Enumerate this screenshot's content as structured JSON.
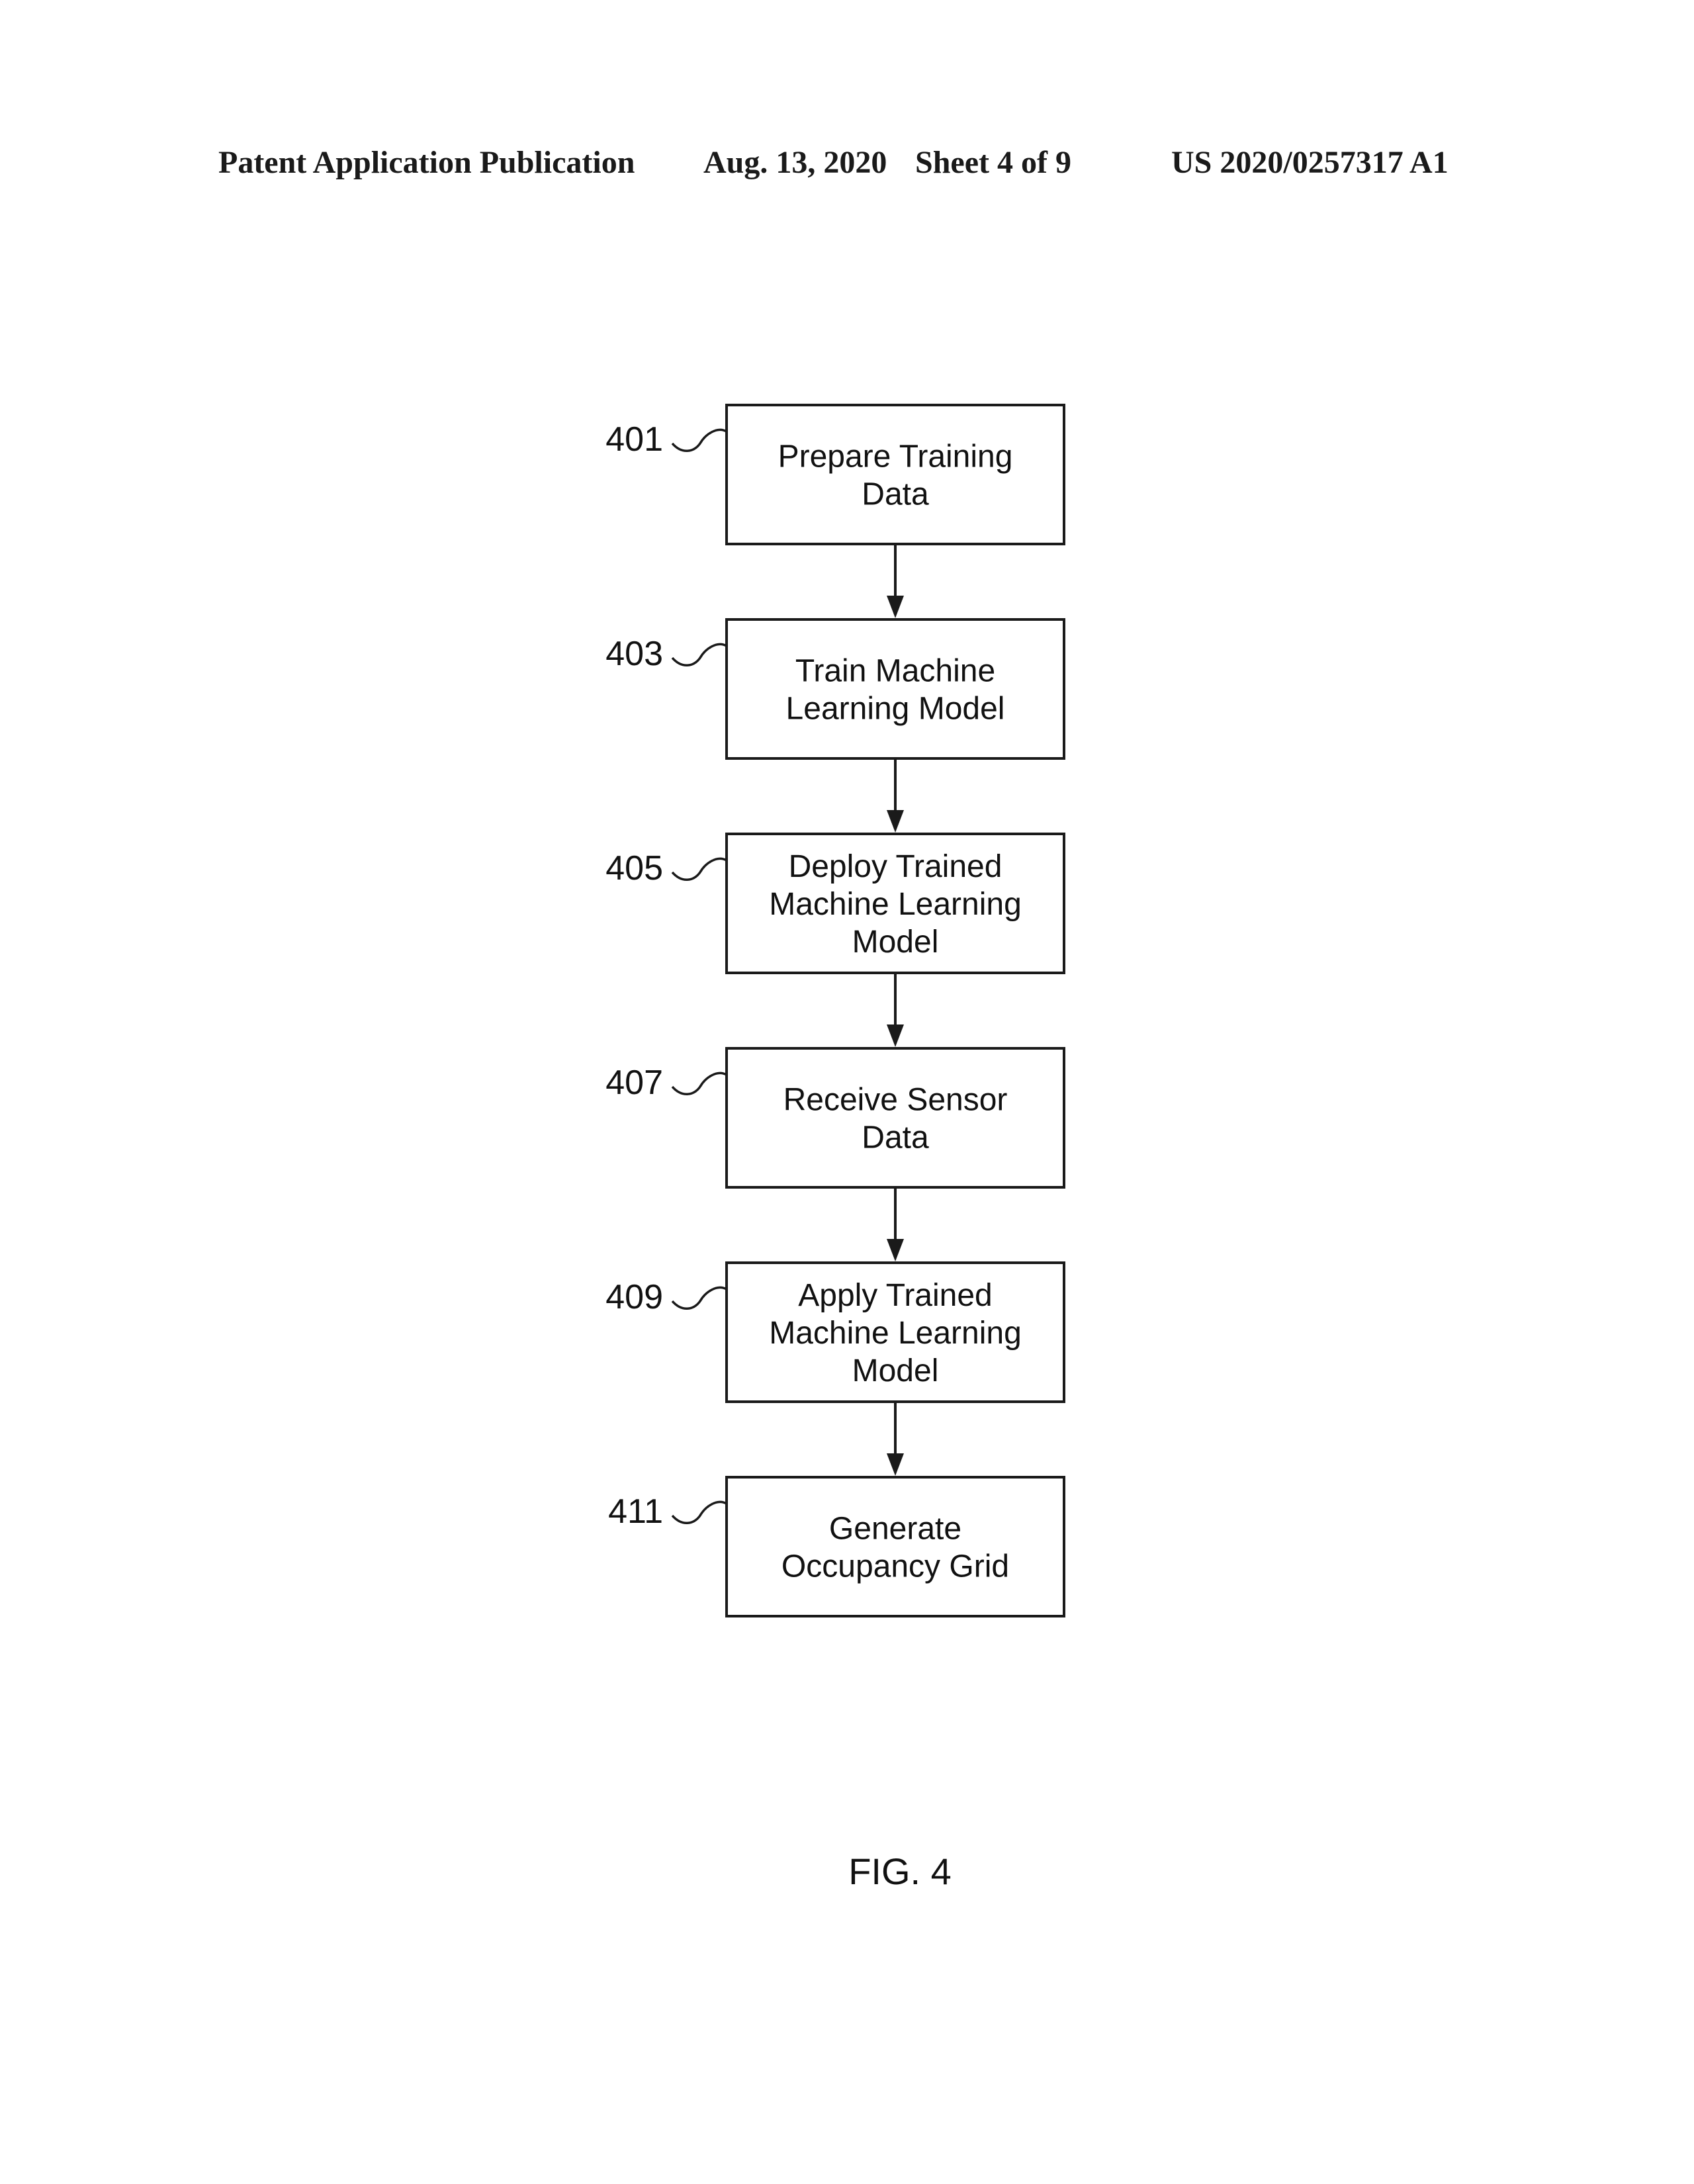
{
  "header": {
    "publication": "Patent Application Publication",
    "date": "Aug. 13, 2020",
    "sheet": "Sheet 4 of 9",
    "number": "US 2020/0257317 A1"
  },
  "steps": [
    {
      "ref": "401",
      "lines": [
        "Prepare Training",
        "Data"
      ]
    },
    {
      "ref": "403",
      "lines": [
        "Train Machine",
        "Learning Model"
      ]
    },
    {
      "ref": "405",
      "lines": [
        "Deploy Trained",
        "Machine Learning",
        "Model"
      ]
    },
    {
      "ref": "407",
      "lines": [
        "Receive Sensor",
        "Data"
      ]
    },
    {
      "ref": "409",
      "lines": [
        "Apply Trained",
        "Machine Learning",
        "Model"
      ]
    },
    {
      "ref": "411",
      "lines": [
        "Generate",
        "Occupancy Grid"
      ]
    }
  ],
  "figure_label": "FIG. 4"
}
